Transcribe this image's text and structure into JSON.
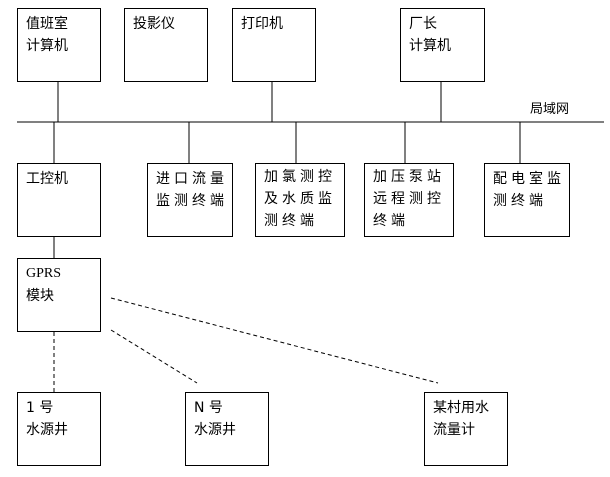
{
  "network": {
    "label": "局域网"
  },
  "top_row": [
    {
      "id": "duty-room-computer",
      "lines": [
        "值班室",
        "计算机"
      ]
    },
    {
      "id": "projector",
      "lines": [
        "投影仪"
      ]
    },
    {
      "id": "printer",
      "lines": [
        "打印机"
      ]
    },
    {
      "id": "director-computer",
      "lines": [
        "厂长",
        "计算机"
      ]
    }
  ],
  "middle_row": [
    {
      "id": "industrial-pc",
      "lines": [
        "工控机"
      ]
    },
    {
      "id": "inlet-flow-terminal",
      "lines": [
        "进口流量",
        "监测终端"
      ]
    },
    {
      "id": "chlorination-terminal",
      "lines": [
        "加氯测控",
        "及水质监",
        "测终端"
      ]
    },
    {
      "id": "booster-pump-terminal",
      "lines": [
        "加压泵站",
        "远程测控",
        "终端"
      ]
    },
    {
      "id": "power-room-terminal",
      "lines": [
        "配电室监",
        "测终端"
      ]
    }
  ],
  "gprs": {
    "line1": "GPRS",
    "line2": "模块"
  },
  "bottom_row": [
    {
      "id": "well-1",
      "lines": [
        "1 号",
        "水源井"
      ]
    },
    {
      "id": "well-n",
      "lines": [
        "N 号",
        "水源井"
      ]
    },
    {
      "id": "village-flowmeter",
      "lines": [
        "某村用水",
        "流量计"
      ]
    }
  ],
  "colors": {
    "line": "#000000",
    "background": "#ffffff"
  }
}
